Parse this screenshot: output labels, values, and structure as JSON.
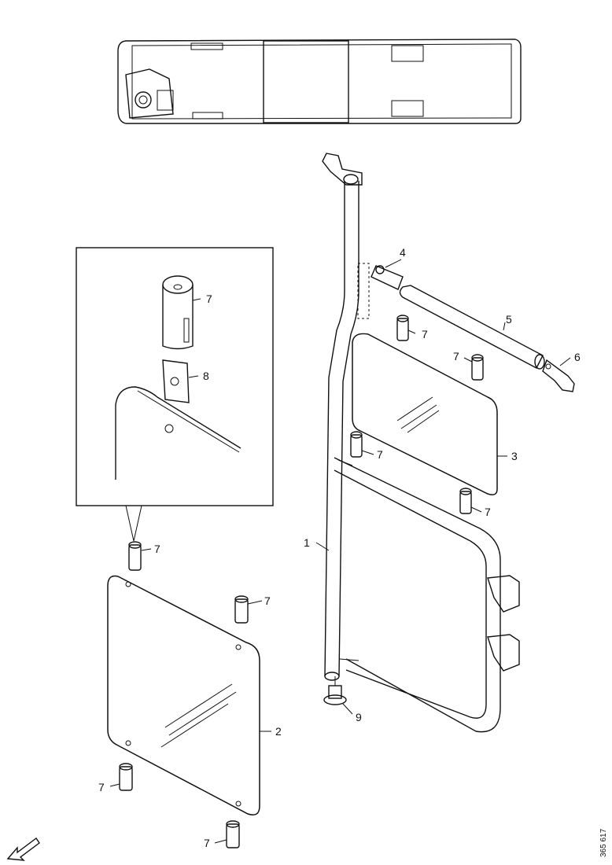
{
  "diagram": {
    "callouts": {
      "tube_frame": "1",
      "glass_lower": "2",
      "glass_upper": "3",
      "bolt": "4",
      "rod": "5",
      "bracket": "6",
      "spacer": "7",
      "clip": "8",
      "foot": "9"
    },
    "drawing_code": "365 617"
  }
}
